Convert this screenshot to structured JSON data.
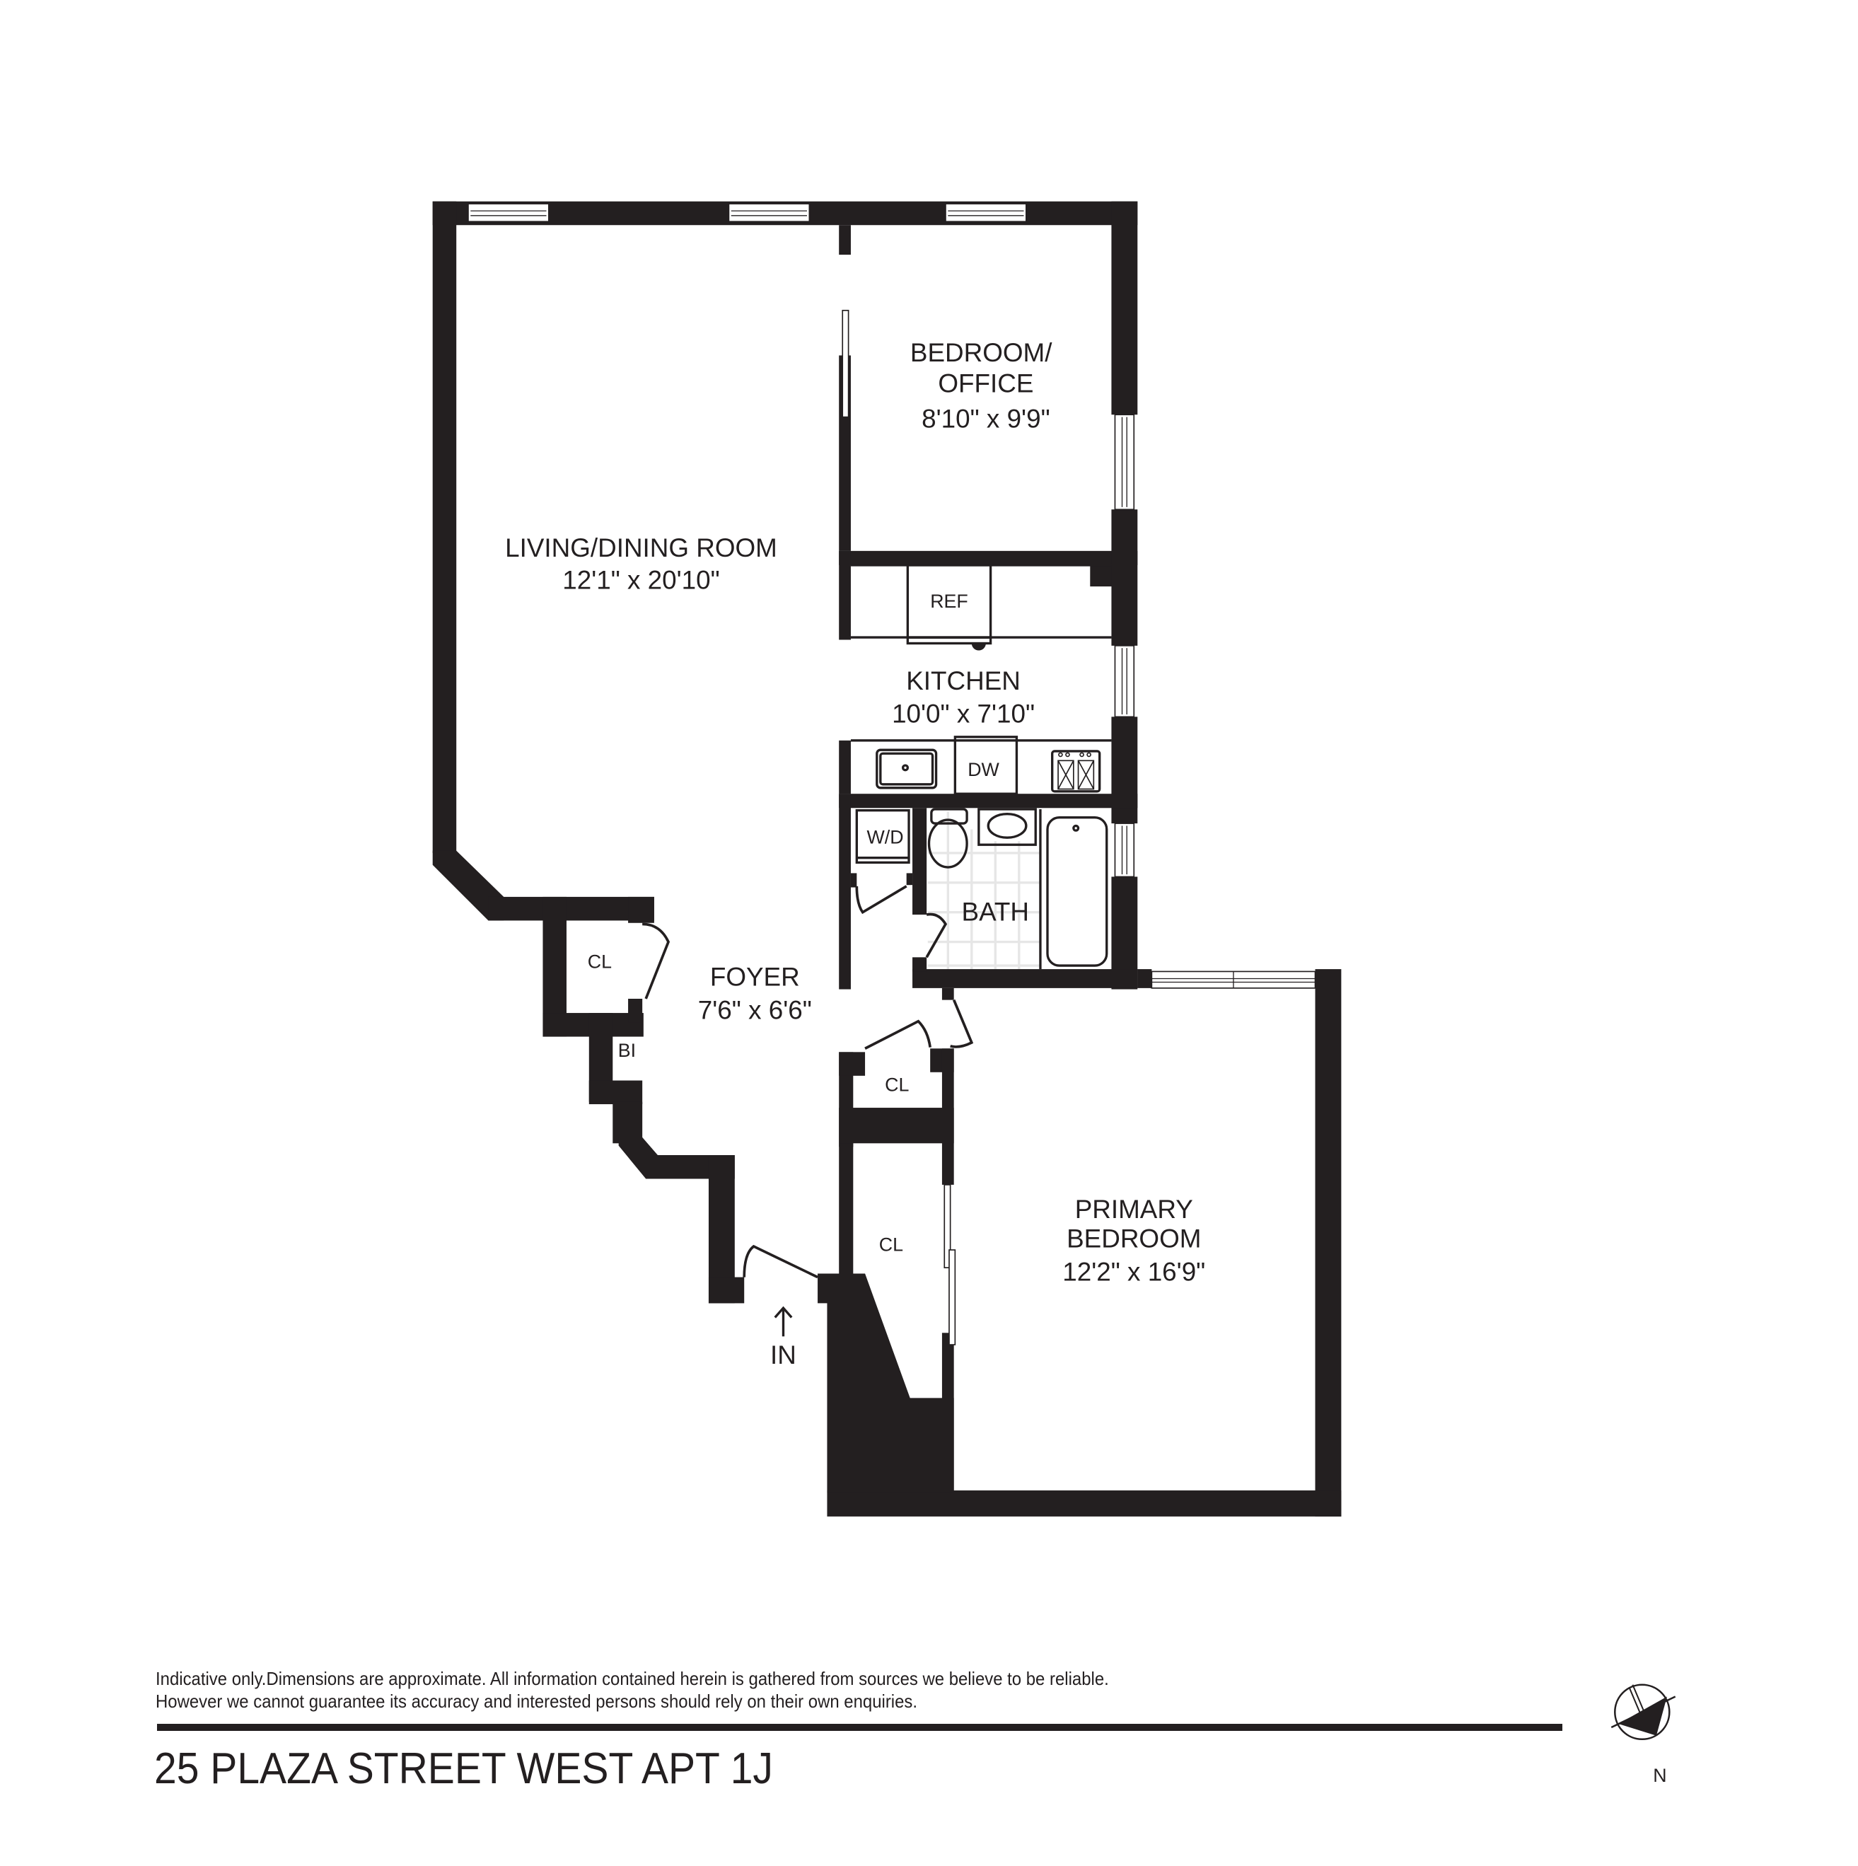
{
  "listing": {
    "title": "25 PLAZA STREET WEST APT 1J",
    "disclaimer_line1": "Indicative only.Dimensions are approximate. All information contained herein is gathered from sources we believe to be reliable.",
    "disclaimer_line2": "However we cannot guarantee its accuracy and interested persons should rely on their own enquiries."
  },
  "rooms": {
    "living": {
      "name": "LIVING/DINING ROOM",
      "dims": "12'1\" x 20'10\""
    },
    "bedroom_office": {
      "name_line1": "BEDROOM/",
      "name_line2": "OFFICE",
      "dims": "8'10\" x 9'9\""
    },
    "kitchen": {
      "name": "KITCHEN",
      "dims": "10'0\" x 7'10\""
    },
    "bath": {
      "name": "BATH"
    },
    "foyer": {
      "name": "FOYER",
      "dims": "7'6\" x 6'6\""
    },
    "primary_bedroom": {
      "name_line1": "PRIMARY",
      "name_line2": "BEDROOM",
      "dims": "12'2\" x 16'9\""
    }
  },
  "fixtures": {
    "ref": "REF",
    "dw": "DW",
    "wd": "W/D",
    "closet_living": "CL",
    "bi": "BI",
    "closet_foyer": "CL",
    "closet_long": "CL"
  },
  "entry": {
    "label": "IN"
  },
  "compass": {
    "label": "N"
  },
  "colors": {
    "ink": "#231f20",
    "background": "#ffffff",
    "tile": "#e6e6e6"
  }
}
